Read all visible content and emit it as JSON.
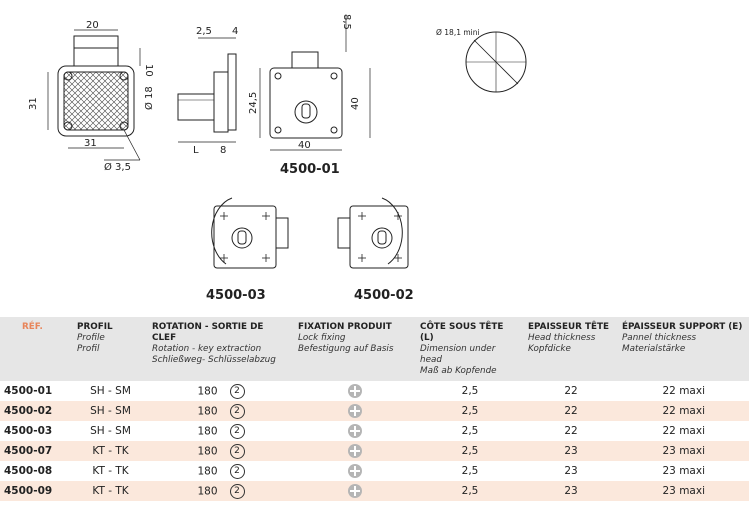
{
  "drawing": {
    "dims": {
      "d20": "20",
      "d10": "10",
      "d31_left": "31",
      "d31_bottom": "31",
      "d35": "Ø 3,5",
      "d25": "2,5",
      "d4": "4",
      "d18": "Ø 18",
      "dL": "L",
      "d8": "8",
      "d85": "8,5",
      "d245": "24,5",
      "d40_right": "40",
      "d40_bottom": "40",
      "d181": "Ø 18,1 mini"
    },
    "refs": {
      "main": "4500-01",
      "left": "4500-03",
      "right": "4500-02"
    }
  },
  "table": {
    "headers": [
      {
        "main": "RÉF.",
        "sub1": "",
        "sub2": ""
      },
      {
        "main": "PROFIL",
        "sub1": "Profile",
        "sub2": "Profil"
      },
      {
        "main": "ROTATION - SORTIE DE CLEF",
        "sub1": "Rotation - key extraction",
        "sub2": "Schließweg- Schlüsselabzug"
      },
      {
        "main": "FIXATION PRODUIT",
        "sub1": "Lock fixing",
        "sub2": "Befestigung auf Basis"
      },
      {
        "main": "CÔTE SOUS TÊTE (L)",
        "sub1": "Dimension under head",
        "sub2": "Maß ab Kopfende"
      },
      {
        "main": "EPAISSEUR TÊTE",
        "sub1": "Head thickness",
        "sub2": "Kopfdicke"
      },
      {
        "main": "ÉPAISSEUR SUPPORT (E)",
        "sub1": "Pannel thickness",
        "sub2": "Materialstärke"
      }
    ],
    "rows": [
      {
        "ref": "4500-01",
        "profil": "SH - SM",
        "rotation": "180",
        "key": "2",
        "cote": "2,5",
        "tete": "22",
        "support": "22 maxi"
      },
      {
        "ref": "4500-02",
        "profil": "SH - SM",
        "rotation": "180",
        "key": "2",
        "cote": "2,5",
        "tete": "22",
        "support": "22 maxi"
      },
      {
        "ref": "4500-03",
        "profil": "SH - SM",
        "rotation": "180",
        "key": "2",
        "cote": "2,5",
        "tete": "22",
        "support": "22 maxi"
      },
      {
        "ref": "4500-07",
        "profil": "KT - TK",
        "rotation": "180",
        "key": "2",
        "cote": "2,5",
        "tete": "23",
        "support": "23 maxi"
      },
      {
        "ref": "4500-08",
        "profil": "KT - TK",
        "rotation": "180",
        "key": "2",
        "cote": "2,5",
        "tete": "23",
        "support": "23 maxi"
      },
      {
        "ref": "4500-09",
        "profil": "KT - TK",
        "rotation": "180",
        "key": "2",
        "cote": "2,5",
        "tete": "23",
        "support": "23 maxi"
      }
    ]
  },
  "colors": {
    "header_bg": "#e6e6e6",
    "ref_header": "#e8855a",
    "alt_row": "#fbe8dc"
  },
  "icons": {
    "fixing": "cross-screw-icon",
    "key_position": "circled-number-icon"
  }
}
